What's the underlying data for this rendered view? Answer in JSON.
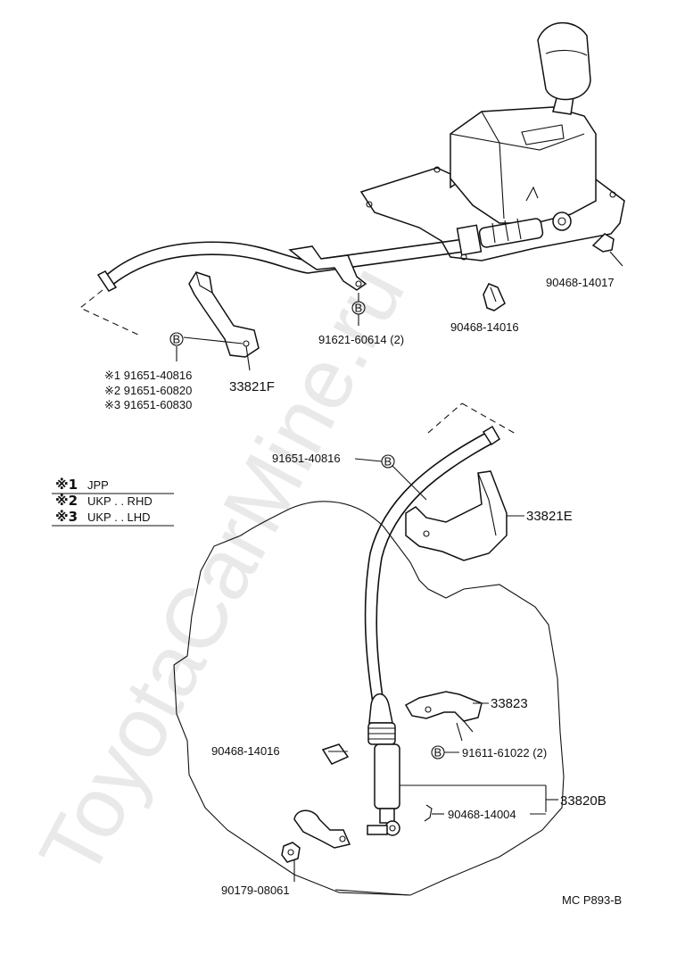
{
  "watermark": "ToyotaCarMine.ru",
  "figure_code": "MC P893-B",
  "circle_letter": "B",
  "legend": [
    {
      "mark": "※1",
      "text": "JPP"
    },
    {
      "mark": "※2",
      "text": "UKP . . RHD"
    },
    {
      "mark": "※3",
      "text": "UKP . . LHD"
    }
  ],
  "parts": {
    "p90468_14017": "90468-14017",
    "p90468_14016_top": "90468-14016",
    "p91621_60614": "91621-60614 (2)",
    "p33821F": "33821F",
    "p91651_40816_top": "※1 91651-40816",
    "p91651_60820": "※2 91651-60820",
    "p91651_60830": "※3 91651-60830",
    "p91651_40816": "91651-40816",
    "p33821E": "33821E",
    "p33823": "33823",
    "p90468_14016_bottom": "90468-14016",
    "p91611_61022": "91611-61022 (2)",
    "p33820B": "33820B",
    "p90468_14004": "90468-14004",
    "p90179_08061": "90179-08061"
  }
}
